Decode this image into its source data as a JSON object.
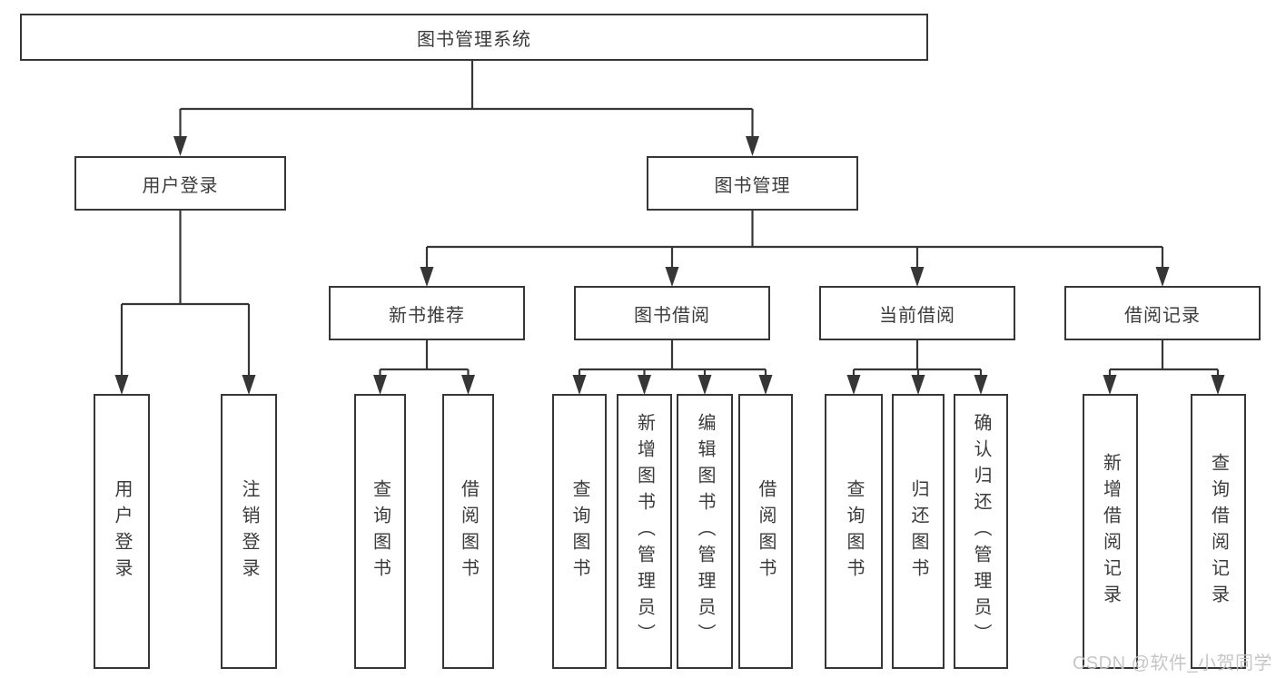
{
  "tree": {
    "root": "图书管理系统",
    "login": {
      "label": "用户登录",
      "children": [
        "用户登录",
        "注销登录"
      ]
    },
    "manage": {
      "label": "图书管理",
      "sections": [
        {
          "label": "新书推荐",
          "children": [
            "查询图书",
            "借阅图书"
          ]
        },
        {
          "label": "图书借阅",
          "children": [
            "查询图书",
            "新增图书（管理员）",
            "编辑图书（管理员）",
            "借阅图书"
          ]
        },
        {
          "label": "当前借阅",
          "children": [
            "查询图书",
            "归还图书",
            "确认归还（管理员）"
          ]
        },
        {
          "label": "借阅记录",
          "children": [
            "新增借阅记录",
            "查询借阅记录"
          ]
        }
      ]
    }
  },
  "colors": {
    "line": "#363636",
    "text": "#3b3b3b",
    "watermark": "#c1c1c1"
  },
  "watermark": {
    "text": "CSDN @软件_小贺同学"
  }
}
